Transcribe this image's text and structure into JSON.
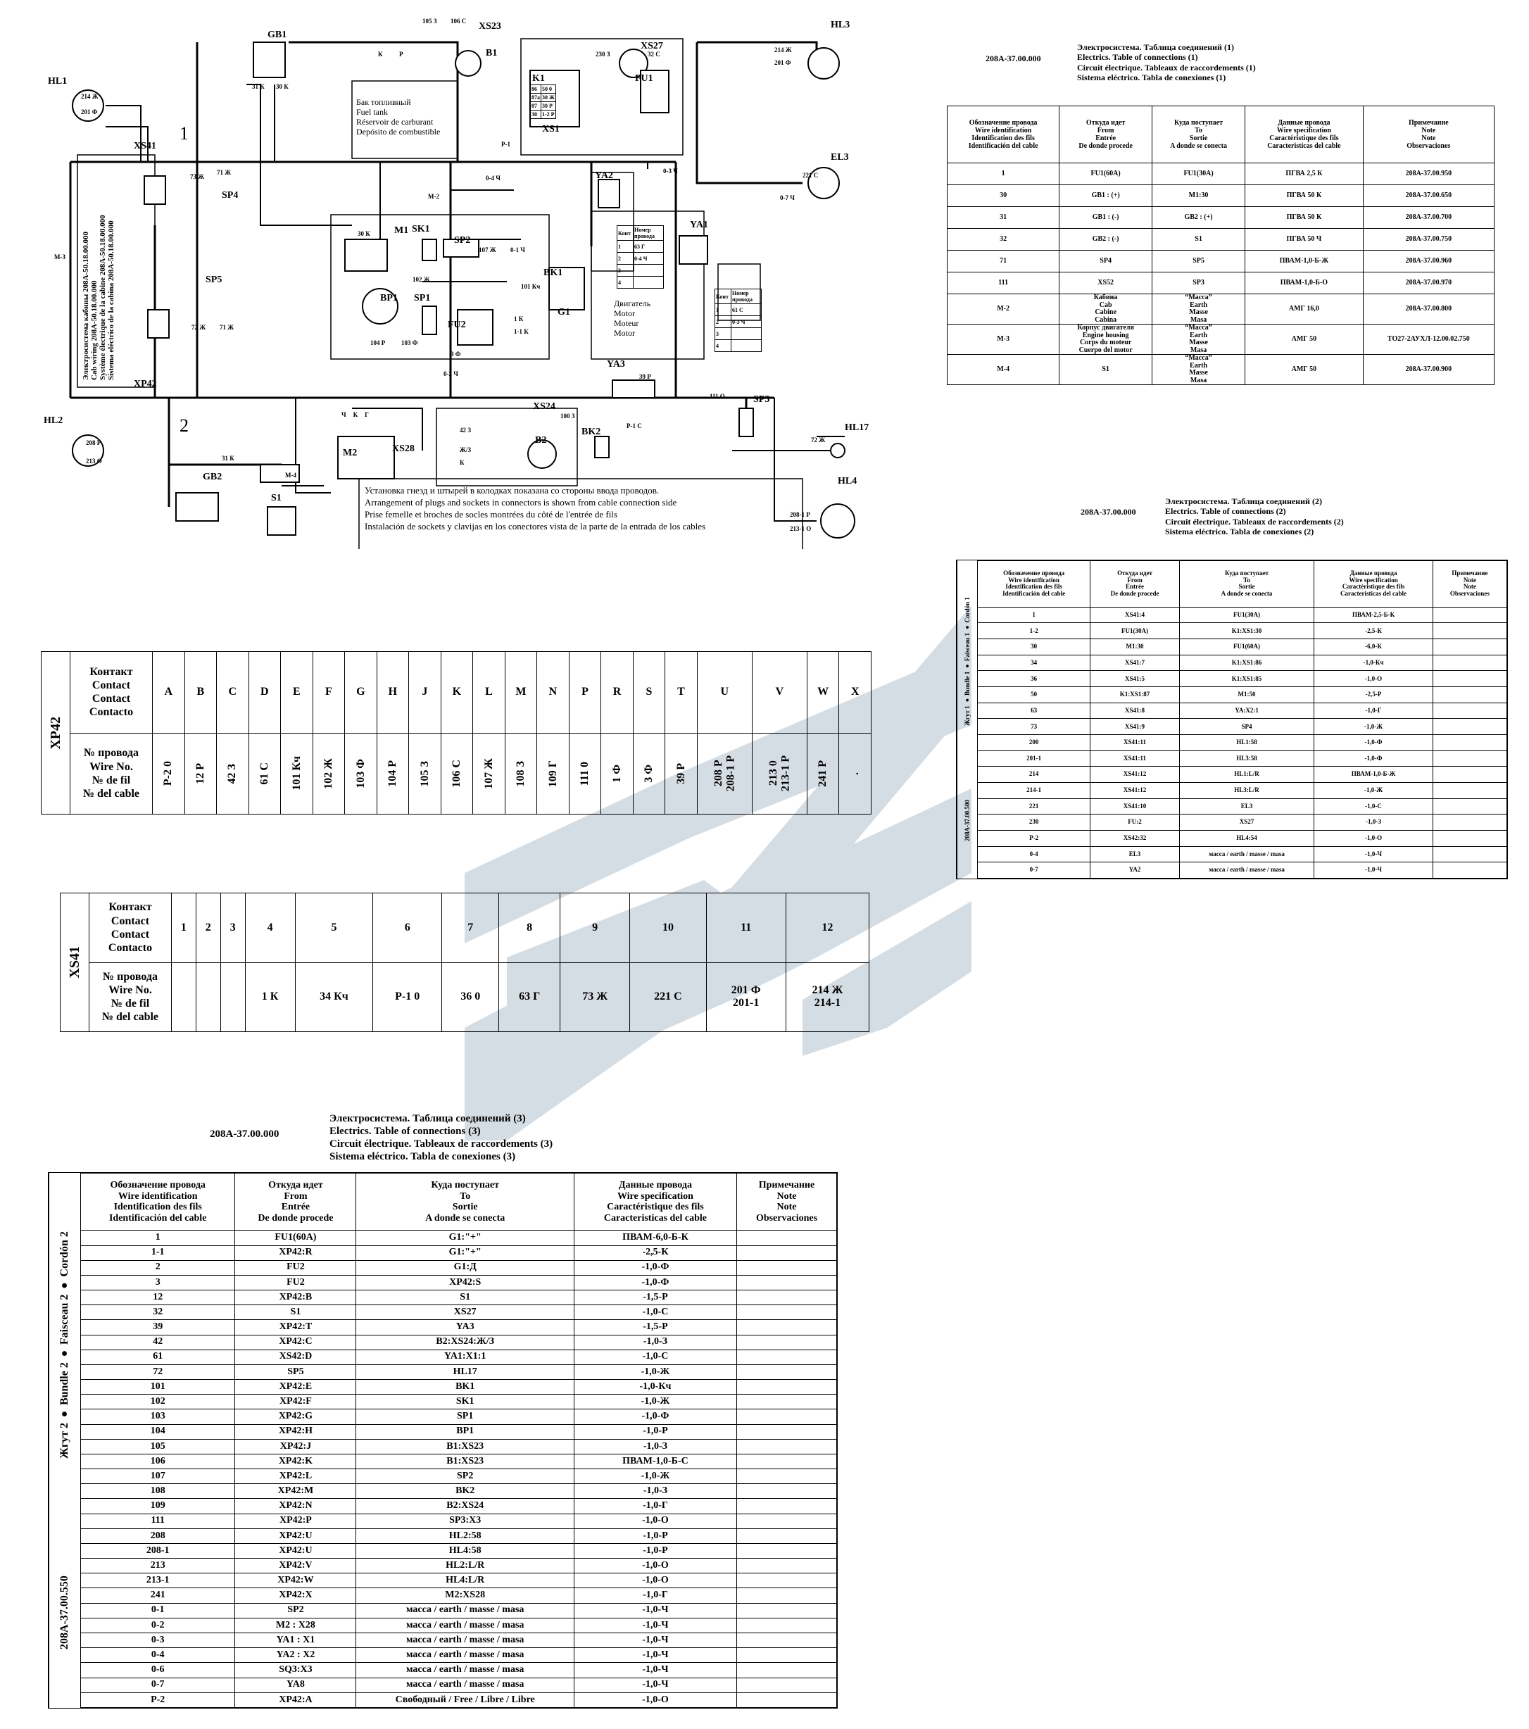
{
  "doc_code": "208A-37.00.000",
  "cable_code_2": "208A-37.00.550",
  "cable_code_1": "208A-37.00.500",
  "schematic": {
    "components": [
      "HL1",
      "GB1",
      "XS23",
      "B1",
      "XS27",
      "FU1",
      "HL3",
      "K1",
      "XS1",
      "XS41",
      "SP4",
      "YA2",
      "EL3",
      "M1",
      "SK1",
      "SP2",
      "YA1",
      "BK1",
      "SP5",
      "BP1",
      "SP1",
      "FU2",
      "G1",
      "YA3",
      "XP42",
      "SP3",
      "HL17",
      "HL2",
      "M2",
      "XS28",
      "XS24",
      "B2",
      "BK2",
      "GB2",
      "S1",
      "HL4"
    ],
    "callout_1": "1",
    "callout_2": "2",
    "fuel_tank": [
      "Бак топливный",
      "Fuel tank",
      "Réservoir de carburant",
      "Depósito de combustible"
    ],
    "motor": [
      "Двигатель",
      "Motor",
      "Moteur",
      "Motor"
    ],
    "cab_wiring": [
      "Электросистема кабины 208А-50.18.00.000",
      "Cab wiring 208A-50.18.00.000",
      "Système électrique de la cabine 208A-50.18.00.000",
      "Sistema eléctrico de la cabina 208A-50.18.00.000"
    ],
    "note": [
      "Установка гнезд и штырей в колодках показана со стороны ввода проводов.",
      "Arrangement of plugs and sockets in connectors is shown from cable connection side",
      "Prise femelle et broches de socles montrées du côté de l'entrée de fils",
      "Instalación de sockets y clavijas en los conectores vista de la parte de la entrada de los cables"
    ],
    "wire_labels": {
      "hl1_a": "214 Ж",
      "hl1_b": "201 Ф",
      "gb1_a": "31 К",
      "gb1_b": "30 К",
      "xs23": "105 З",
      "xs23b": "106 С",
      "kp": "К",
      "kp2": "Р",
      "xs27_a": "230 З",
      "xs27_b": "32 С",
      "hl3_a": "214 Ж",
      "hl3_b": "201 Ф",
      "sp4_a": "73 Ж",
      "sp4_b": "71 Ж",
      "m3": "М-3",
      "m2": "М-2",
      "p1": "Р-1",
      "o4": "0-4 Ч",
      "o3": "0-3 Ч",
      "el3_a": "221 С",
      "el3_b": "0-7 Ч",
      "m1": "30 К",
      "sk1": "102 Ж",
      "sp2": "107 Ж",
      "sp2b": "0-1 Ч",
      "bk1": "101 Кч",
      "sp5_a": "72 Ж",
      "sp5_b": "71 Ж",
      "bp1": "104 Р",
      "sp1": "103 Ф",
      "fu2": "3 Ф",
      "g1_a": "1 К",
      "g1_b": "1-1 К",
      "ya3": "39 Р",
      "o2": "0-2 Ч",
      "sp3": "111 О",
      "hl17": "72 Ж",
      "hl2_a": "208 Р",
      "hl2_b": "213 О",
      "gb2": "31 К",
      "s1": "М-4",
      "bk2": "100 З",
      "p1b": "Р-1 С",
      "hl4_a": "208-1 Р",
      "hl4_b": "213-1 О"
    },
    "k1_rows": [
      [
        "86",
        "50 0"
      ],
      [
        "87a",
        "30 Ж"
      ],
      [
        "87",
        "30 Р"
      ],
      [
        "30",
        "1-2 Р"
      ]
    ],
    "ya2_table": {
      "h1": "Конт",
      "h2": "Номер провода",
      "rows": [
        [
          "1",
          "63 Г"
        ],
        [
          "2",
          "0-4 Ч"
        ],
        [
          "3",
          ""
        ],
        [
          "4",
          ""
        ]
      ]
    },
    "ya1_table": {
      "h1": "Конт",
      "h2": "Номер провода",
      "rows": [
        [
          "1",
          "61 С"
        ],
        [
          "2",
          "0-3 Ч"
        ],
        [
          "3",
          ""
        ],
        [
          "4",
          ""
        ]
      ]
    },
    "m2_plug": [
      "Ч",
      "К",
      "Г"
    ],
    "xs24_plug": [
      "42 З",
      "Ж/З",
      "К"
    ]
  },
  "table1": {
    "title_ru": "Электросистема. Таблица соединений (1)",
    "title_en": "Electrics. Table of connections (1)",
    "title_fr": "Circuit électrique. Tableaux de raccordements (1)",
    "title_es": "Sistema eléctrico. Tabla de conexiones (1)",
    "headers": [
      [
        "Обозначение провода",
        "Wire identification",
        "Identification des fils",
        "Identificación del cable"
      ],
      [
        "Откуда идет",
        "From",
        "Entrée",
        "De donde procede"
      ],
      [
        "Куда поступает",
        "To",
        "Sortie",
        "A donde se conecta"
      ],
      [
        "Данные провода",
        "Wire specification",
        "Caractéristique des fils",
        "Caracteristicas del cable"
      ],
      [
        "Примечание",
        "Note",
        "Note",
        "Observaciones"
      ]
    ],
    "rows": [
      [
        "1",
        "FU1(60A)",
        "FU1(30A)",
        "ПГВА 2,5 К",
        "208А-37.00.950"
      ],
      [
        "30",
        "GB1 : (+)",
        "M1:30",
        "ПГВА 50 К",
        "208А-37.00.650"
      ],
      [
        "31",
        "GB1 : (-)",
        "GB2 : (+)",
        "ПГВА 50 К",
        "208А-37.00.700"
      ],
      [
        "32",
        "GB2 : (-)",
        "S1",
        "ПГВА 50 Ч",
        "208А-37.00.750"
      ],
      [
        "71",
        "SP4",
        "SP5",
        "ПВАМ-1,0-Б-Ж",
        "208А-37.00.960"
      ],
      [
        "111",
        "XS52",
        "SP3",
        "ПВАМ-1,0-Б-О",
        "208А-37.00.970"
      ],
      [
        "М-2",
        "Кабина\nCab\nCabine\nCabina",
        "“Масса”\nEarth\nMasse\nMasa",
        "АМГ 16,0",
        "208А-37.00.800"
      ],
      [
        "М-3",
        "Корпус двигателя\nEngine housing\nCorps du moteur\nCuerpo del motor",
        "“Масса”\nEarth\nMasse\nMasa",
        "АМГ 50",
        "ТО27-2АУХЛ-12.00.02.750"
      ],
      [
        "М-4",
        "S1",
        "“Масса”\nEarth\nMasse\nMasa",
        "АМГ 50",
        "208А-37.00.900"
      ]
    ]
  },
  "table2": {
    "title_ru": "Электросистема. Таблица соединений (2)",
    "title_en": "Electrics. Table of connections (2)",
    "title_fr": "Circuit électrique. Tableaux de raccordements (2)",
    "title_es": "Sistema eléctrico. Tabla de conexiones (2)",
    "side_label": "Жгут 1 ● Bundle 1 ● Faisceau 1 ● Cordón 1",
    "headers": [
      [
        "Обозначение провода",
        "Wire identification",
        "Identification des fils",
        "Identificación del cable"
      ],
      [
        "Откуда идет",
        "From",
        "Entrée",
        "De donde procede"
      ],
      [
        "Куда поступает",
        "To",
        "Sortie",
        "A donde se conecta"
      ],
      [
        "Данные провода",
        "Wire specification",
        "Caractéristique des fils",
        "Caracteristicas del cable"
      ],
      [
        "Примечание",
        "Note",
        "Note",
        "Observaciones"
      ]
    ],
    "rows": [
      [
        "1",
        "XS41:4",
        "FU1(30A)",
        "ПВАМ-2,5-Б-К",
        ""
      ],
      [
        "1-2",
        "FU1(30A)",
        "K1:XS1:30",
        "-2,5-К",
        ""
      ],
      [
        "30",
        "M1:30",
        "FU1(60A)",
        "-6,0-К",
        ""
      ],
      [
        "34",
        "XS41:7",
        "K1:XS1:86",
        "-1,0-Кч",
        ""
      ],
      [
        "36",
        "XS41:5",
        "K1:XS1:85",
        "-1,0-О",
        ""
      ],
      [
        "50",
        "K1:XS1:87",
        "M1:50",
        "-2,5-Р",
        ""
      ],
      [
        "63",
        "XS41:8",
        "YA:X2:1",
        "-1,0-Г",
        ""
      ],
      [
        "73",
        "XS41:9",
        "SP4",
        "-1,0-Ж",
        ""
      ],
      [
        "200",
        "XS41:11",
        "HL1:58",
        "-1,0-Ф",
        ""
      ],
      [
        "201-1",
        "XS41:11",
        "HL3:58",
        "-1,0-Ф",
        ""
      ],
      [
        "214",
        "XS41:12",
        "HL1:L/R",
        "ПВАМ-1,0-Б-Ж",
        ""
      ],
      [
        "214-1",
        "XS41:12",
        "HL3:L/R",
        "-1,0-Ж",
        ""
      ],
      [
        "221",
        "XS41:10",
        "EL3",
        "-1,0-С",
        ""
      ],
      [
        "230",
        "FU:2",
        "XS27",
        "-1,0-З",
        ""
      ],
      [
        "Р-2",
        "XS42:32",
        "HL4:54",
        "-1,0-О",
        ""
      ],
      [
        "0-4",
        "EL3",
        "масса / earth / masse / masa",
        "-1,0-Ч",
        ""
      ],
      [
        "0-7",
        "YA2",
        "масса / earth / masse / masa",
        "-1,0-Ч",
        ""
      ]
    ]
  },
  "xp42": {
    "label": "XP42",
    "contact_hdr": [
      "Контакт",
      "Contact",
      "Contact",
      "Contacto"
    ],
    "wire_hdr": [
      "№ провода",
      "Wire No.",
      "№ de fil",
      "№ del cable"
    ],
    "contacts": [
      "A",
      "B",
      "C",
      "D",
      "E",
      "F",
      "G",
      "H",
      "J",
      "K",
      "L",
      "M",
      "N",
      "P",
      "R",
      "S",
      "T",
      "U",
      "V",
      "W",
      "X"
    ],
    "wires": [
      "Р-2 0",
      "12 Р",
      "42 З",
      "61 С",
      "101 Кч",
      "102 Ж",
      "103 Ф",
      "104 Р",
      "105 З",
      "106 С",
      "107 Ж",
      "108 З",
      "109 Г",
      "111 0",
      "1 Ф",
      "3 Ф",
      "39 Р",
      "208 Р\n208-1 Р",
      "213 0\n213-1 Р",
      "241 Р",
      "."
    ]
  },
  "xs41": {
    "label": "XS41",
    "contact_hdr": [
      "Контакт",
      "Contact",
      "Contact",
      "Contacto"
    ],
    "wire_hdr": [
      "№ провода",
      "Wire No.",
      "№ de fil",
      "№ del cable"
    ],
    "contacts": [
      "1",
      "2",
      "3",
      "4",
      "5",
      "6",
      "7",
      "8",
      "9",
      "10",
      "11",
      "12"
    ],
    "wires": [
      "",
      "",
      "",
      "1 К",
      "34 Кч",
      "Р-1 0",
      "36 0",
      "63 Г",
      "73 Ж",
      "221 С",
      "201 Ф\n201-1",
      "214 Ж\n214-1"
    ]
  },
  "table3": {
    "title_ru": "Электросистема. Таблица соединений (3)",
    "title_en": "Electrics. Table of connections (3)",
    "title_fr": "Circuit électrique. Tableaux de raccordements (3)",
    "title_es": "Sistema eléctrico. Tabla de conexiones (3)",
    "side_label": "Жгут 2 ● Bundle 2 ● Faisceau 2 ● Cordón 2",
    "headers": [
      [
        "Обозначение провода",
        "Wire identification",
        "Identification des fils",
        "Identificación del cable"
      ],
      [
        "Откуда идет",
        "From",
        "Entrée",
        "De donde procede"
      ],
      [
        "Куда поступает",
        "To",
        "Sortie",
        "A donde se conecta"
      ],
      [
        "Данные провода",
        "Wire specification",
        "Caractéristique des fils",
        "Caracteristicas del cable"
      ],
      [
        "Примечание",
        "Note",
        "Note",
        "Observaciones"
      ]
    ],
    "rows": [
      [
        "1",
        "FU1(60A)",
        "G1:\"+\"",
        "ПВАМ-6,0-Б-К",
        ""
      ],
      [
        "1-1",
        "XP42:R",
        "G1:\"+\"",
        "-2,5-К",
        ""
      ],
      [
        "2",
        "FU2",
        "G1:Д",
        "-1,0-Ф",
        ""
      ],
      [
        "3",
        "FU2",
        "XP42:S",
        "-1,0-Ф",
        ""
      ],
      [
        "12",
        "XP42:B",
        "S1",
        "-1,5-Р",
        ""
      ],
      [
        "32",
        "S1",
        "XS27",
        "-1,0-С",
        ""
      ],
      [
        "39",
        "XP42:T",
        "YA3",
        "-1,5-Р",
        ""
      ],
      [
        "42",
        "XP42:C",
        "B2:XS24:Ж/З",
        "-1,0-З",
        ""
      ],
      [
        "61",
        "XS42:D",
        "YA1:X1:1",
        "-1,0-С",
        ""
      ],
      [
        "72",
        "SP5",
        "HL17",
        "-1,0-Ж",
        ""
      ],
      [
        "101",
        "XP42:E",
        "BK1",
        "-1,0-Кч",
        ""
      ],
      [
        "102",
        "XP42:F",
        "SK1",
        "-1,0-Ж",
        ""
      ],
      [
        "103",
        "XP42:G",
        "SP1",
        "-1,0-Ф",
        ""
      ],
      [
        "104",
        "XP42:H",
        "BP1",
        "-1,0-Р",
        ""
      ],
      [
        "105",
        "XP42:J",
        "B1:XS23",
        "-1,0-З",
        ""
      ],
      [
        "106",
        "XP42:K",
        "B1:XS23",
        "ПВАМ-1,0-Б-С",
        ""
      ],
      [
        "107",
        "XP42:L",
        "SP2",
        "-1,0-Ж",
        ""
      ],
      [
        "108",
        "XP42:M",
        "BK2",
        "-1,0-З",
        ""
      ],
      [
        "109",
        "XP42:N",
        "B2:XS24",
        "-1,0-Г",
        ""
      ],
      [
        "111",
        "XP42:P",
        "SP3:X3",
        "-1,0-О",
        ""
      ],
      [
        "208",
        "XP42:U",
        "HL2:58",
        "-1,0-Р",
        ""
      ],
      [
        "208-1",
        "XP42:U",
        "HL4:58",
        "-1,0-Р",
        ""
      ],
      [
        "213",
        "XP42:V",
        "HL2:L/R",
        "-1,0-О",
        ""
      ],
      [
        "213-1",
        "XP42:W",
        "HL4:L/R",
        "-1,0-О",
        ""
      ],
      [
        "241",
        "XP42:X",
        "M2:XS28",
        "-1,0-Г",
        ""
      ],
      [
        "0-1",
        "SP2",
        "масса / earth / masse / masa",
        "-1,0-Ч",
        ""
      ],
      [
        "0-2",
        "M2 : X28",
        "масса / earth / masse / masa",
        "-1,0-Ч",
        ""
      ],
      [
        "0-3",
        "YA1 : X1",
        "масса / earth / masse / masa",
        "-1,0-Ч",
        ""
      ],
      [
        "0-4",
        "YA2 : X2",
        "масса / earth / masse / masa",
        "-1,0-Ч",
        ""
      ],
      [
        "0-6",
        "SQ3:X3",
        "масса / earth / masse / masa",
        "-1,0-Ч",
        ""
      ],
      [
        "0-7",
        "YA8",
        "масса / earth / masse / masa",
        "-1,0-Ч",
        ""
      ],
      [
        "Р-2",
        "XP42:A",
        "Свободный / Free / Libre / Libre",
        "-1,0-О",
        ""
      ]
    ]
  }
}
